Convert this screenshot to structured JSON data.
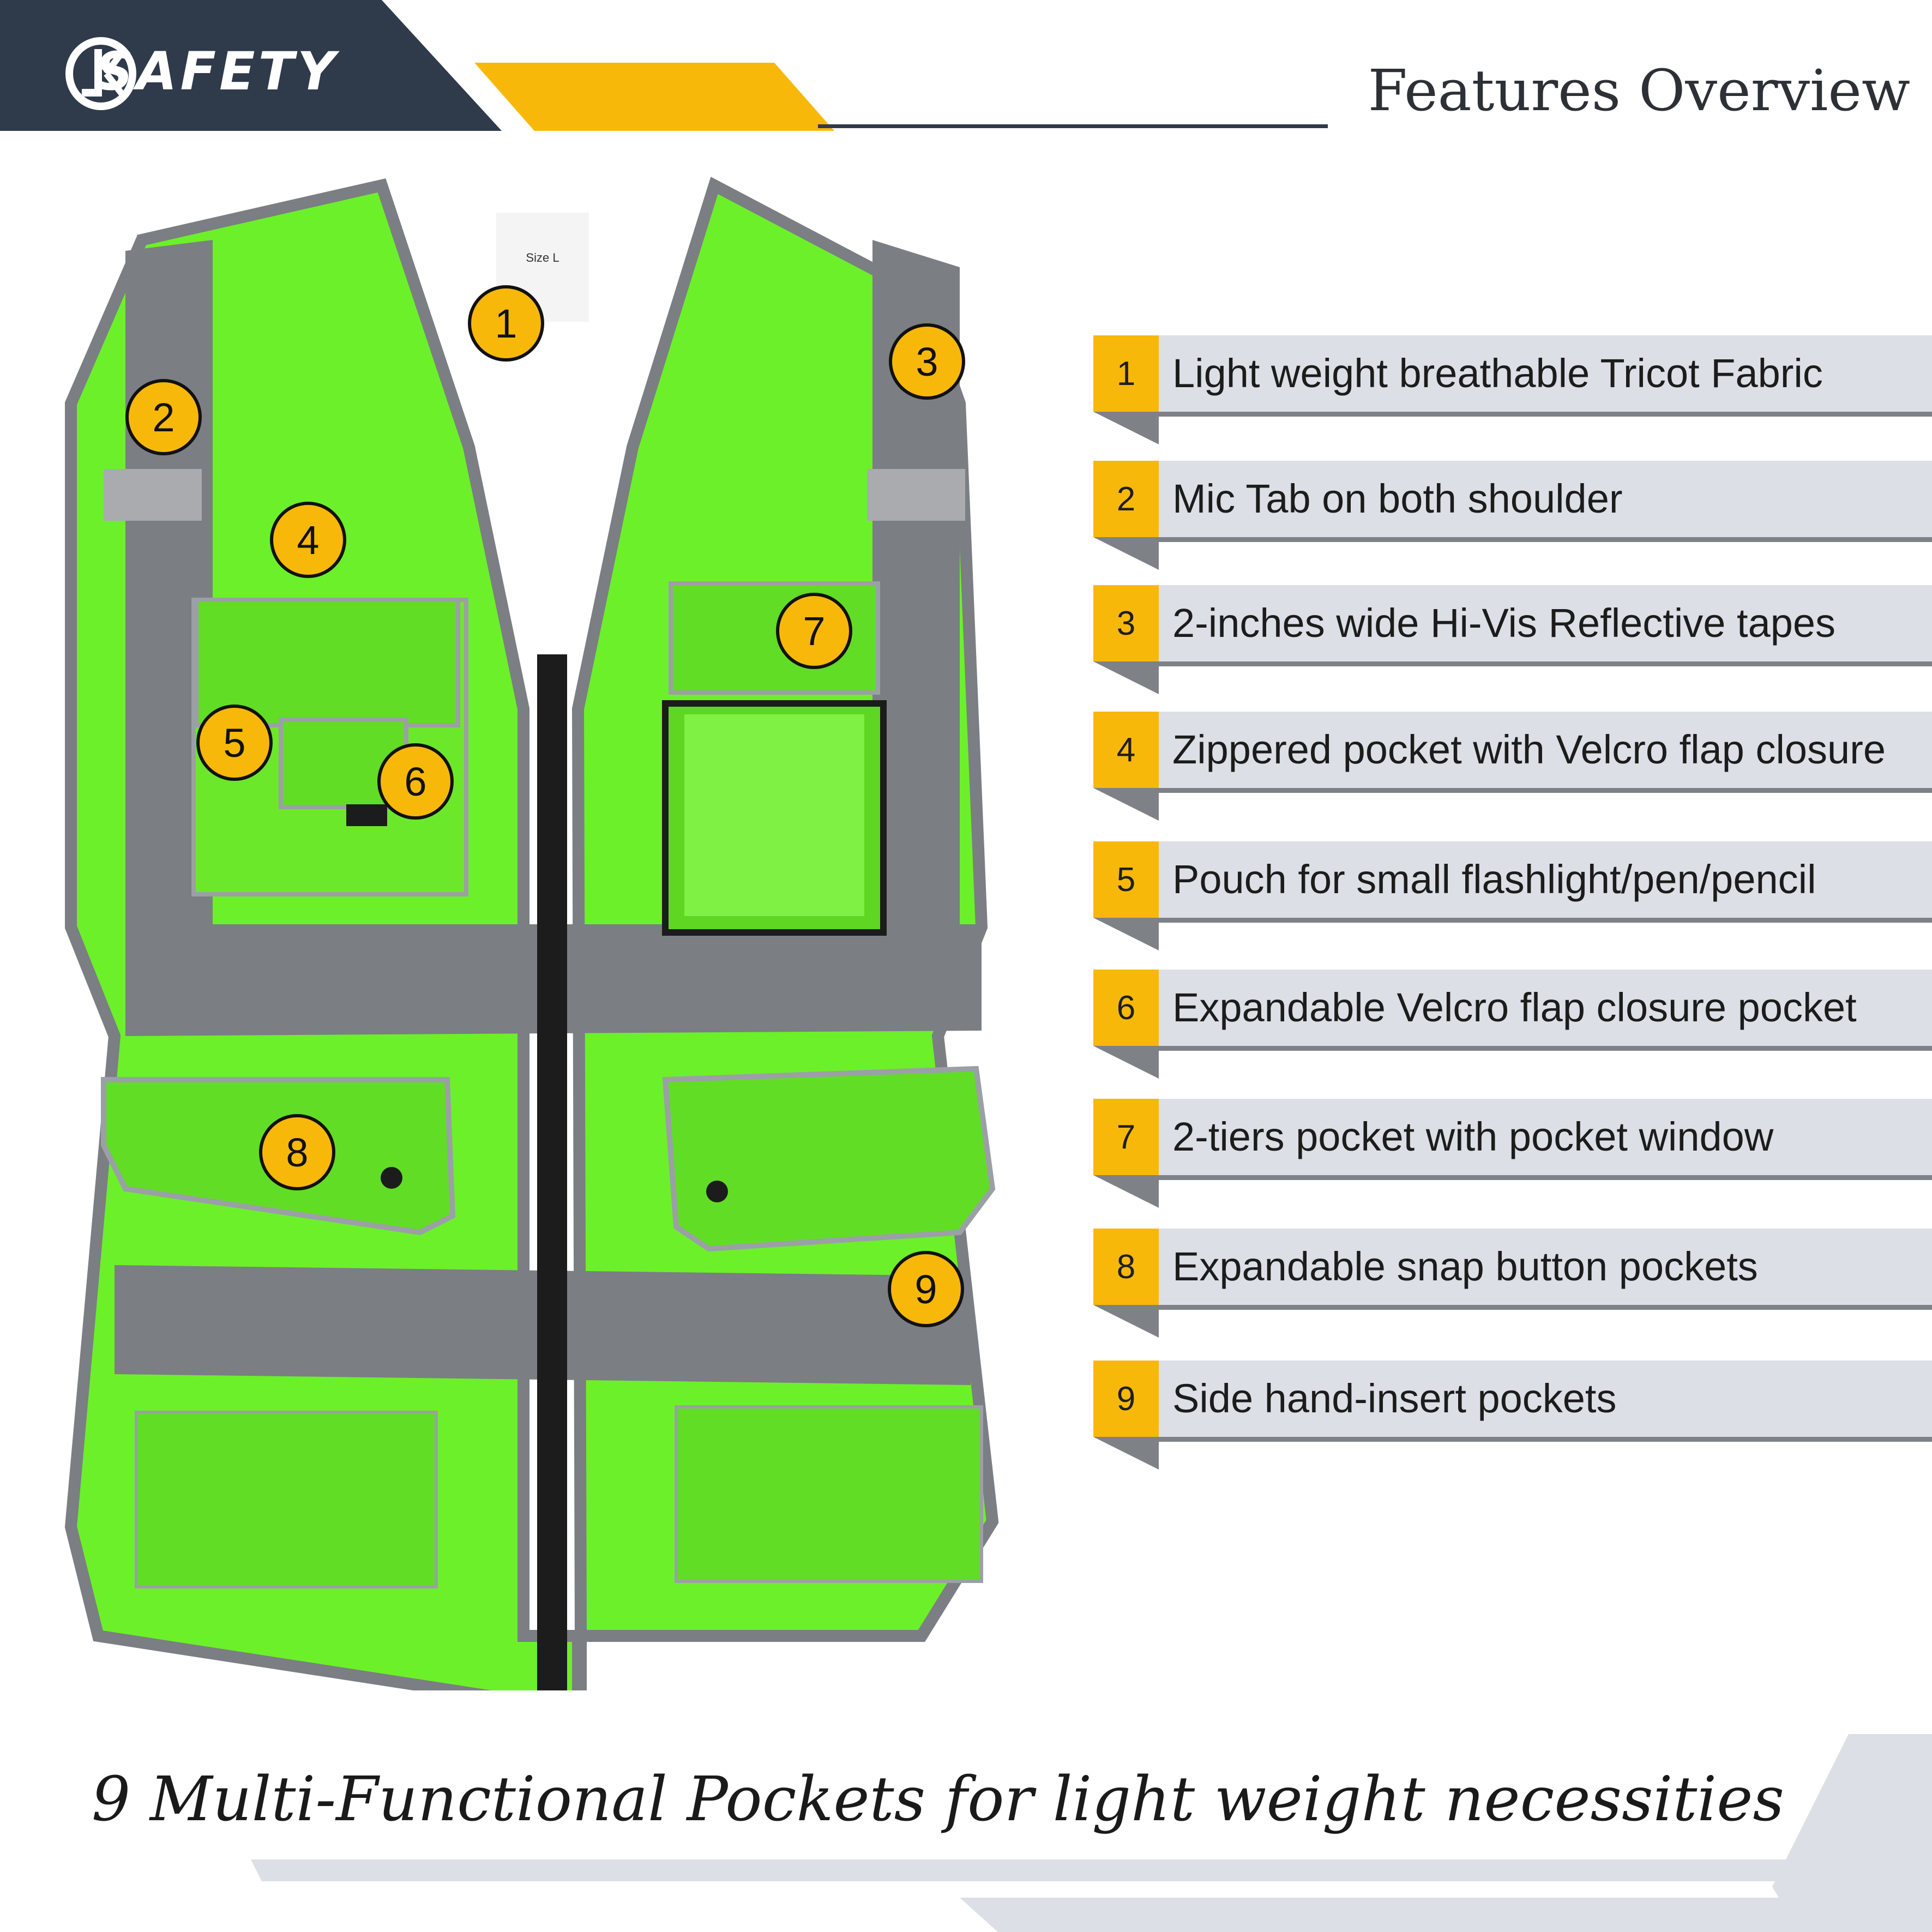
{
  "brand": {
    "logo_text": "SAFETY"
  },
  "header": {
    "title": "Features Overview"
  },
  "colors": {
    "dark_navy": "#2f3a4a",
    "accent_yellow": "#f8b80a",
    "vest_green": "#6cf02a",
    "reflective_gray": "#7b7e83",
    "bar_gray": "#dcdfe5"
  },
  "vest": {
    "label_text": "Size L"
  },
  "markers": [
    "1",
    "2",
    "3",
    "4",
    "5",
    "6",
    "7",
    "8",
    "9"
  ],
  "features": [
    {
      "num": "1",
      "text": "Light weight breathable Tricot Fabric"
    },
    {
      "num": "2",
      "text": "Mic Tab on both shoulder"
    },
    {
      "num": "3",
      "text": "2-inches wide Hi-Vis Reflective tapes"
    },
    {
      "num": "4",
      "text": "Zippered pocket with Velcro flap closure"
    },
    {
      "num": "5",
      "text": "Pouch for small flashlight/pen/pencil"
    },
    {
      "num": "6",
      "text": "Expandable Velcro flap closure pocket"
    },
    {
      "num": "7",
      "text": "2-tiers pocket with pocket window"
    },
    {
      "num": "8",
      "text": "Expandable snap button pockets"
    },
    {
      "num": "9",
      "text": "Side hand-insert pockets"
    }
  ],
  "tagline": "9 Multi-Functional Pockets for light weight necessities"
}
